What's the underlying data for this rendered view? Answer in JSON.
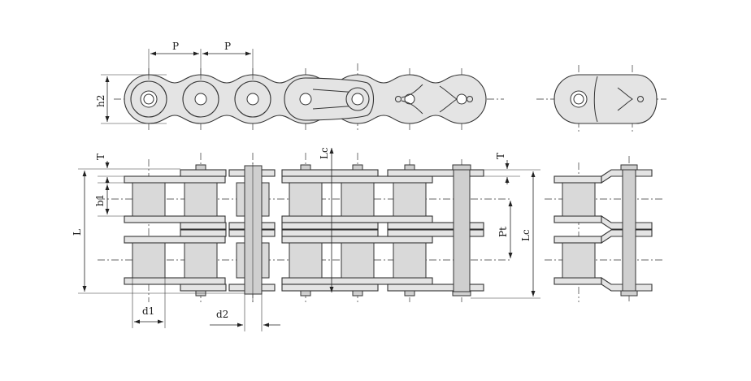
{
  "labels": {
    "pitch_1": "P",
    "pitch_2": "P",
    "h2": "h2",
    "t_left": "T",
    "t_right": "T",
    "lc_top": "Lc",
    "b1": "b1",
    "l": "L",
    "pt": "Pt",
    "lc_right": "Lc",
    "d1": "d1",
    "d2": "d2"
  }
}
